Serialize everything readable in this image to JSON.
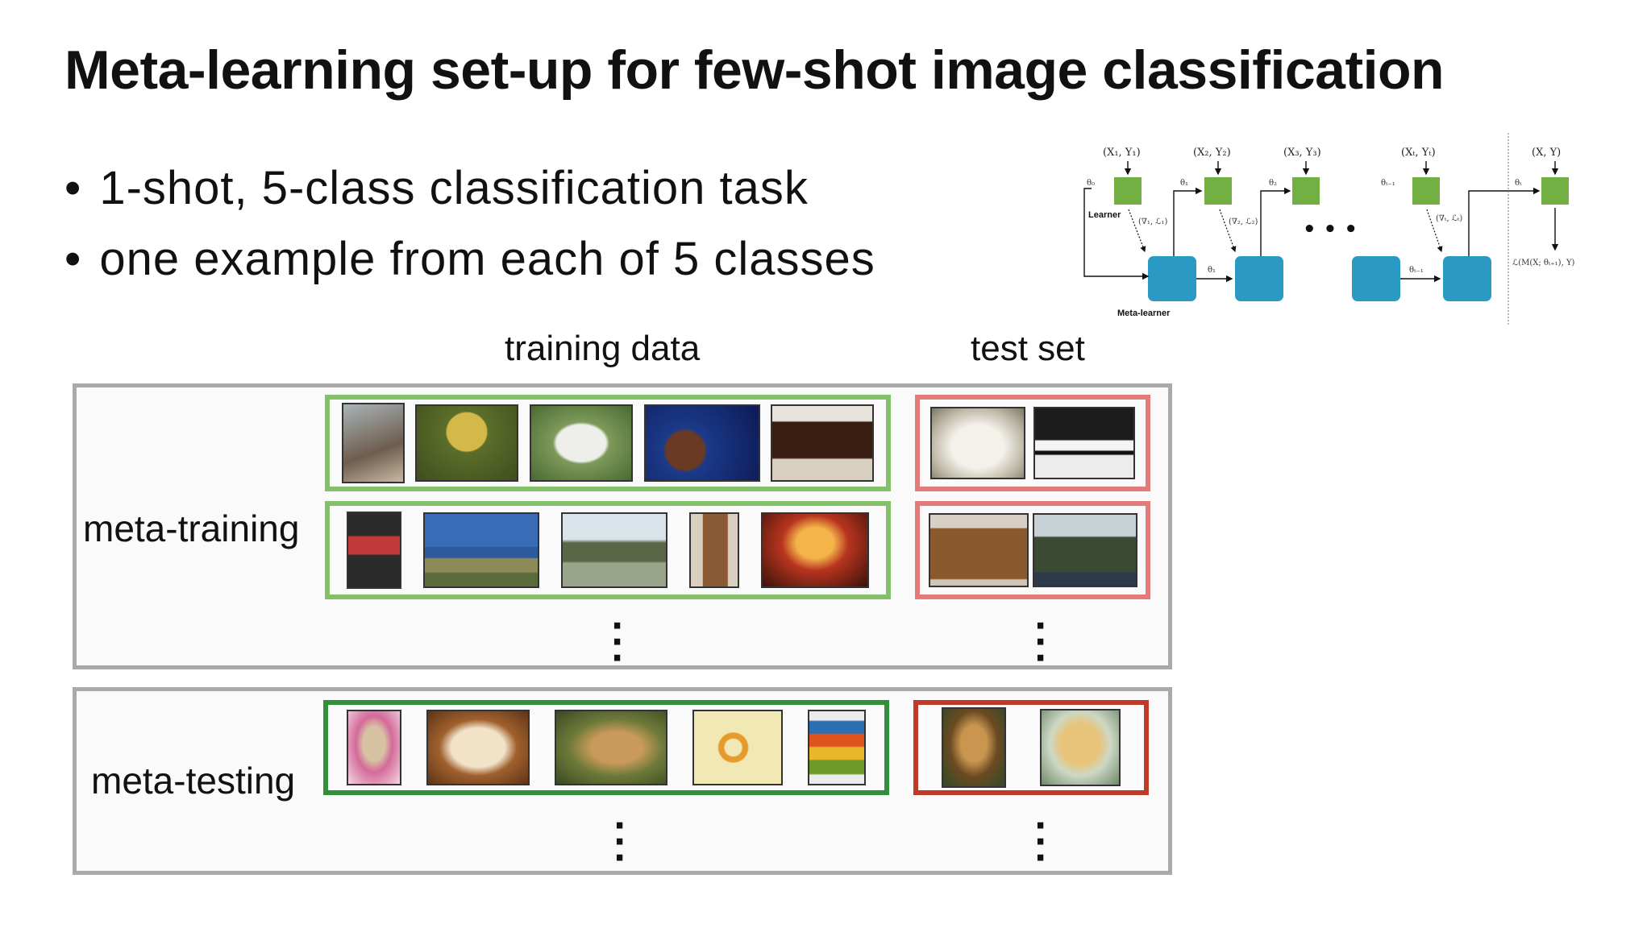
{
  "title": "Meta-learning set-up for few-shot image classification",
  "bullets": [
    "1-shot, 5-class classification task",
    "one example from each of 5 classes"
  ],
  "columns": {
    "training": "training data",
    "test": "test set"
  },
  "rows": {
    "meta_training": "meta-training",
    "meta_testing": "meta-testing"
  },
  "diagram": {
    "inputs": [
      "(X₁, Y₁)",
      "(X₂, Y₂)",
      "(X₃, Y₃)",
      "(Xₜ, Yₜ)",
      "(X, Y)"
    ],
    "thetas": [
      "θ₀",
      "θ₁",
      "θ₂",
      "θₜ₋₁",
      "θₜ"
    ],
    "grads": [
      "(∇₁, ℒ₁)",
      "(∇₂, ℒ₂)",
      "(∇ₜ, ℒₜ)"
    ],
    "meta_thetas": [
      "θ₁",
      "θₜ₋₁"
    ],
    "learner_label": "Learner",
    "meta_learner_label": "Meta-learner",
    "ellipsis": "• • •",
    "loss": "ℒ(M(X; θₜ₊₁), Y)",
    "learner_color": "#72b043",
    "meta_color": "#2a9ac4"
  },
  "colors": {
    "train_border": "#84c06a",
    "test_border": "#e37b7b",
    "train_border_testing": "#2f8f3a",
    "test_border_testing": "#c0392b",
    "panel_border": "#a9a9a9"
  },
  "images": {
    "row1_train": [
      "bird-photo",
      "mushroom-photo",
      "white-dog-photo",
      "singer-photo",
      "piano-photo"
    ],
    "row1_test": [
      "shaggy-dog-photo",
      "piano-keys-photo"
    ],
    "row2_train": [
      "gymnast-photo",
      "cliff-coast-photo",
      "tank-photo",
      "barrel-photo",
      "carousel-photo"
    ],
    "row2_test": [
      "barrels-photo",
      "cliffs-photo"
    ],
    "testing_train": [
      "pug-photo",
      "golden-dog-photo",
      "lion-roaring-photo",
      "pretzel-photo",
      "bowls-stack-photo"
    ],
    "testing_test": [
      "lion-photo",
      "bowl-photo"
    ]
  }
}
